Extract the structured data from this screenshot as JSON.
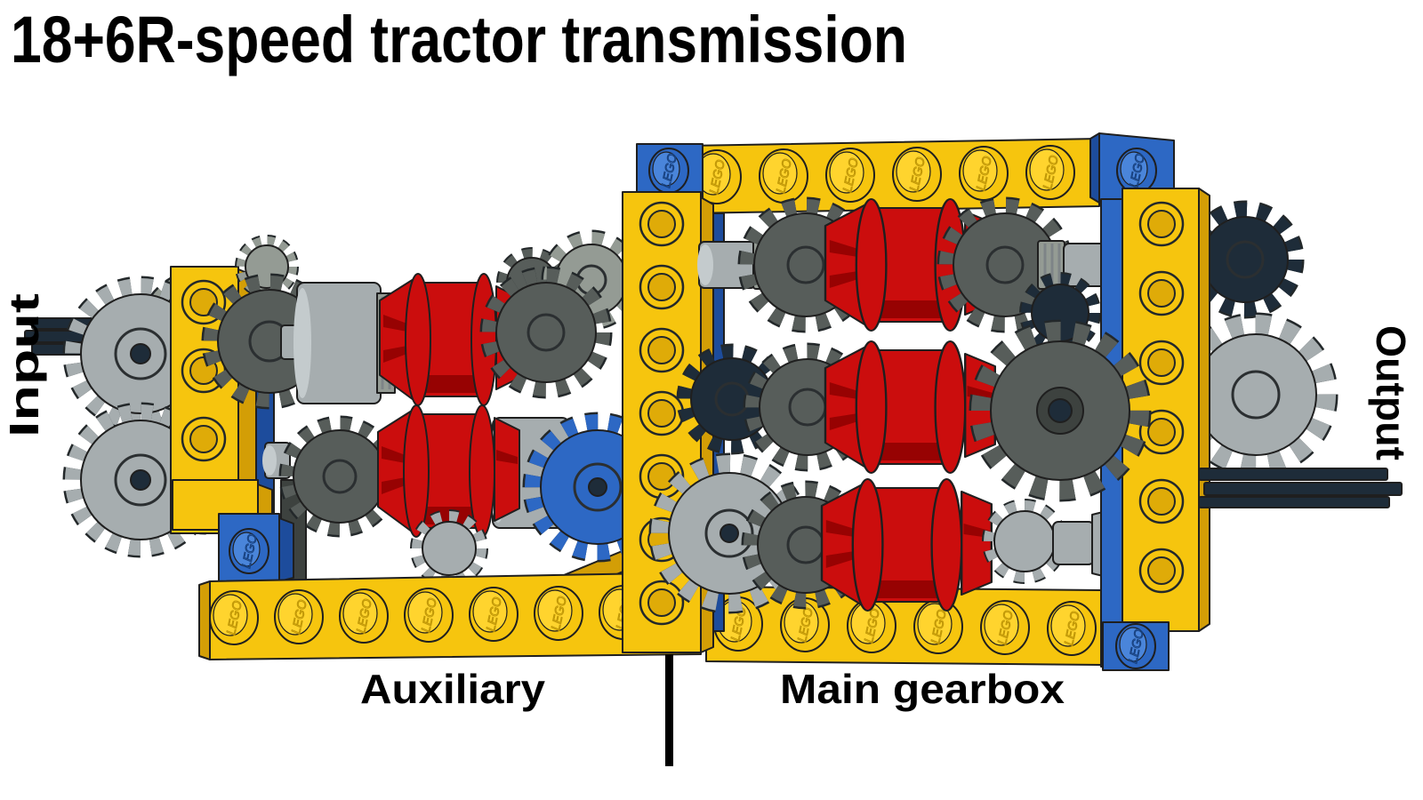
{
  "title": "18+6R-speed tractor transmission",
  "labels": {
    "input": "Input",
    "output": "Output",
    "auxiliary": "Auxiliary",
    "main_gearbox": "Main gearbox"
  },
  "stud_text": "LEGO",
  "colors": {
    "background": "#FFFFFF",
    "text": "#000000",
    "lego_yellow": "#F6C50E",
    "yellow_shade": "#D39E06",
    "yellow_hole": "#DFAB08",
    "yellow_light": "#FFD42E",
    "lego_blue": "#2D68C4",
    "blue_shade": "#1D4C9C",
    "blue_light": "#4A85DA",
    "lego_red": "#CB0D0D",
    "red_shade": "#970202",
    "light_gray": "#A6ADAF",
    "gray_shade": "#7E8487",
    "gray_light": "#C4CBCD",
    "mid_gray": "#949B94",
    "dark_gray": "#575D5A",
    "dark_gray_shade": "#3D423F",
    "navy": "#1E2C39",
    "navy_light": "#32424F"
  }
}
